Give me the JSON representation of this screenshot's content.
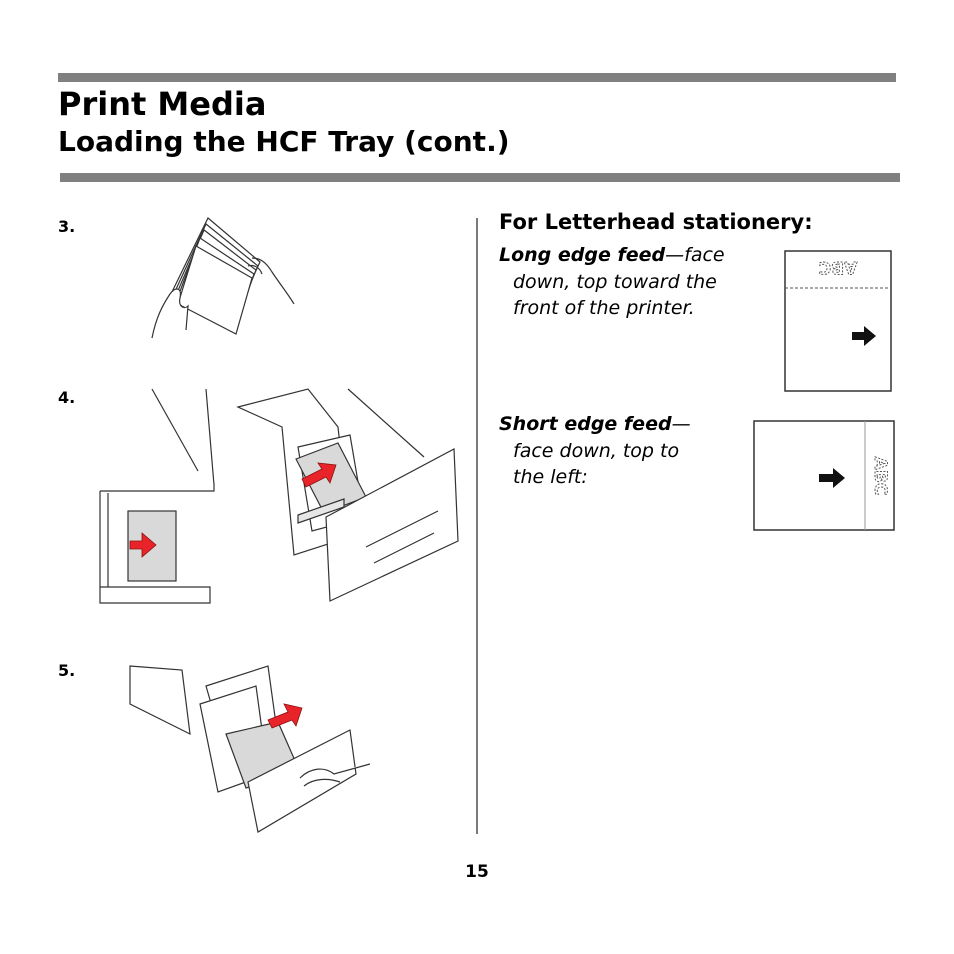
{
  "header": {
    "title": "Print Media",
    "subtitle": "Loading the HCF Tray (cont.)"
  },
  "steps": [
    {
      "number": "3."
    },
    {
      "number": "4."
    },
    {
      "number": "5."
    }
  ],
  "letterhead": {
    "heading": "For Letterhead stationery:",
    "long_edge": {
      "lead": "Long edge feed",
      "line1": "—face",
      "line2": "down, top toward the",
      "line3": "front of the printer."
    },
    "short_edge": {
      "lead": "Short edge feed",
      "line1": "—",
      "line2": "face down, top to",
      "line3": "the left:"
    },
    "sample_text": "ABC"
  },
  "page_number": "15",
  "colors": {
    "rule": "#808080",
    "arrow_red": "#e8242a"
  }
}
